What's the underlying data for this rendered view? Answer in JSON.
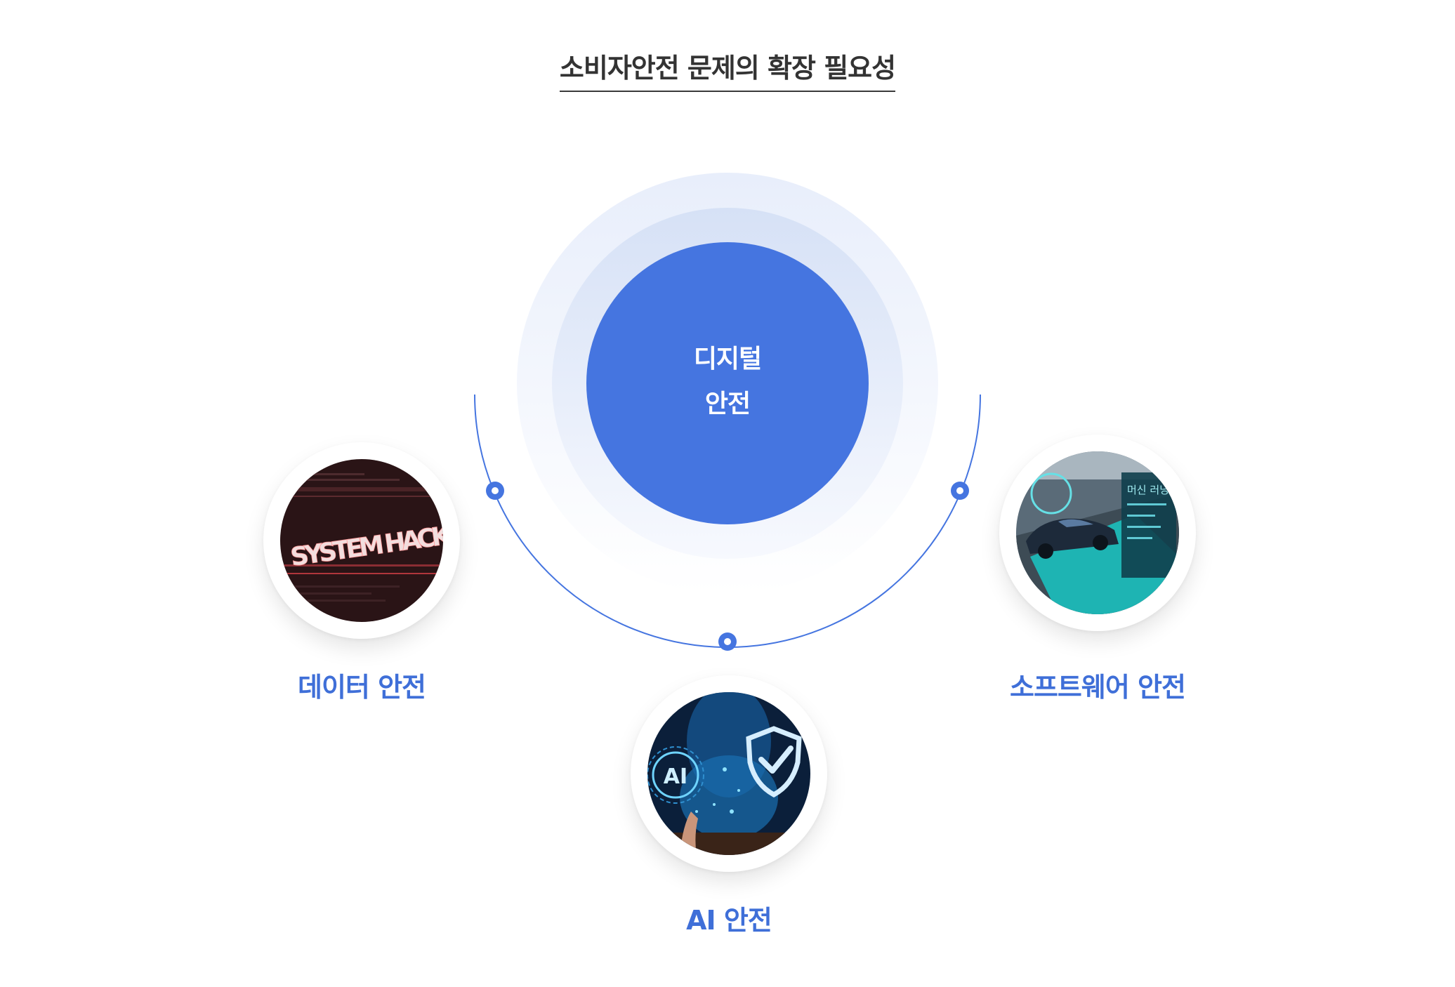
{
  "title": "소비자안전 문제의 확장 필요성",
  "center": {
    "line1": "디지털",
    "line2": "안전"
  },
  "nodes": {
    "data": {
      "label": "데이터 안전",
      "image_text": "SYSTEM HACK"
    },
    "ai": {
      "label": "AI 안전",
      "image_text": "AI"
    },
    "software": {
      "label": "소프트웨어 안전",
      "image_text": "머신 러닝"
    }
  },
  "colors": {
    "accent": "#4575e0",
    "label": "#3f6fd8",
    "title": "#333333",
    "ring_outer": "#eef2fc",
    "ring_inner": "#dbe5f8"
  }
}
